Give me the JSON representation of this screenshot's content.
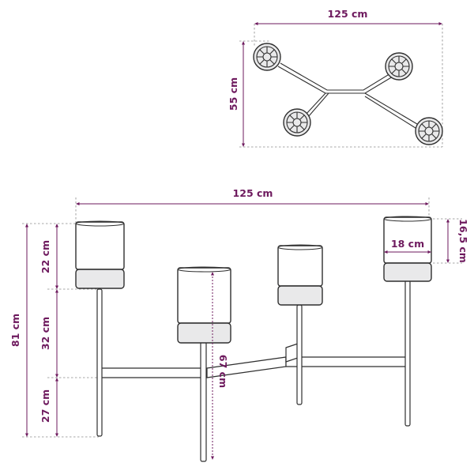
{
  "top_view": {
    "width_label": "125 cm",
    "depth_label": "55 cm"
  },
  "front_view": {
    "width_label": "125 cm",
    "total_height_label": "81 cm",
    "holder_height_label": "22 cm",
    "middle_height_label": "32 cm",
    "lower_height_label": "27 cm",
    "inner_height_label": "67 cm",
    "holder_diameter_label": "18 cm",
    "holder_glass_label": "16,5 cm"
  },
  "colors": {
    "dimension": "#6e1a5e",
    "outline": "#2f2f2f",
    "guide": "#8a8a8a"
  }
}
